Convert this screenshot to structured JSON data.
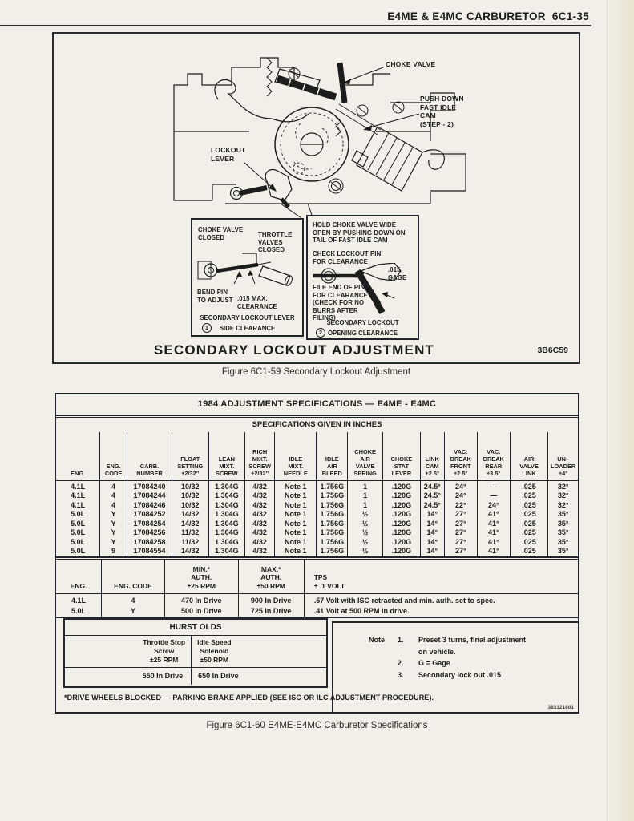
{
  "page": {
    "header_title": "E4ME & E4MC CARBURETOR  6C1-35",
    "figure1_caption": "Figure 6C1-59 Secondary Lockout Adjustment",
    "figure2_caption": "Figure 6C1-60 E4ME-E4MC Carburetor Specifications"
  },
  "figure1": {
    "title": "SECONDARY LOCKOUT ADJUSTMENT",
    "code": "3B6C59",
    "labels": {
      "choke_valve": "CHOKE VALVE",
      "push_down_fast_idle_cam": "PUSH DOWN\nFAST IDLE\nCAM\n(STEP - 2)",
      "lockout_lever": "LOCKOUT\nLEVER"
    },
    "callout_left": {
      "choke_valve_closed": "CHOKE VALVE\nCLOSED",
      "throttle_valves_closed": "THROTTLE\nVALVES\nCLOSED",
      "bend_pin": "BEND PIN\nTO ADJUST",
      "clearance": ".015 MAX.\nCLEARANCE",
      "caption_line1": "SECONDARY LOCKOUT LEVER",
      "number": "1",
      "caption_line2": "SIDE CLEARANCE"
    },
    "callout_right": {
      "instruction1": "HOLD CHOKE VALVE WIDE\nOPEN BY PUSHING DOWN ON\nTAIL OF FAST IDLE CAM",
      "instruction2": "CHECK LOCKOUT PIN\nFOR CLEARANCE",
      "gage": ".015\nGAGE",
      "file_instruction": "FILE END OF PIN\nFOR CLEARANCE\n(CHECK FOR NO\nBURRS AFTER\nFILING)",
      "caption_line1": "SECONDARY LOCKOUT",
      "number": "2",
      "caption_line2": "OPENING CLEARANCE"
    }
  },
  "spec_table": {
    "title": "1984 ADJUSTMENT SPECIFICATIONS — E4ME - E4MC",
    "subtitle": "SPECIFICATIONS GIVEN IN INCHES",
    "columns": [
      "ENG.",
      "ENG.\nCODE",
      "CARB.\nNUMBER",
      "FLOAT\nSETTING\n±2/32''",
      "LEAN\nMIXT.\nSCREW",
      "RICH\nMIXT.\nSCREW\n±2/32''",
      "IDLE\nMIXT.\nNEEDLE",
      "IDLE\nAIR\nBLEED",
      "CHOKE\nAIR\nVALVE\nSPRING",
      "CHOKE\nSTAT\nLEVER",
      "LINK\nCAM\n±2.5°",
      "VAC.\nBREAK\nFRONT\n±2.5°",
      "VAC.\nBREAK\nREAR\n±3.5°",
      "AIR\nVALVE\nLINK",
      "UN–\nLOADER\n±4°"
    ],
    "rows": [
      [
        "4.1L",
        "4",
        "17084240",
        "10/32",
        "1.304G",
        "4/32",
        "Note 1",
        "1.756G",
        "1",
        ".120G",
        "24.5°",
        "24°",
        "—",
        ".025",
        "32°"
      ],
      [
        "4.1L",
        "4",
        "17084244",
        "10/32",
        "1.304G",
        "4/32",
        "Note 1",
        "1.756G",
        "1",
        ".120G",
        "24.5°",
        "24°",
        "—",
        ".025",
        "32°"
      ],
      [
        "4.1L",
        "4",
        "17084246",
        "10/32",
        "1.304G",
        "4/32",
        "Note 1",
        "1.756G",
        "1",
        ".120G",
        "24.5°",
        "22°",
        "24°",
        ".025",
        "32°"
      ],
      [
        "5.0L",
        "Y",
        "17084252",
        "14/32",
        "1.304G",
        "4/32",
        "Note 1",
        "1.756G",
        "½",
        ".120G",
        "14°",
        "27°",
        "41°",
        ".025",
        "35°"
      ],
      [
        "5.0L",
        "Y",
        "17084254",
        "14/32",
        "1.304G",
        "4/32",
        "Note 1",
        "1.756G",
        "½",
        ".120G",
        "14°",
        "27°",
        "41°",
        ".025",
        "35°"
      ],
      [
        "5.0L",
        "Y",
        "17084256",
        "11/32",
        "1.304G",
        "4/32",
        "Note 1",
        "1.756G",
        "½",
        ".120G",
        "14°",
        "27°",
        "41°",
        ".025",
        "35°"
      ],
      [
        "5.0L",
        "Y",
        "17084258",
        "11/32",
        "1.304G",
        "4/32",
        "Note 1",
        "1.756G",
        "½",
        ".120G",
        "14°",
        "27°",
        "41°",
        ".025",
        "35°"
      ],
      [
        "5.0L",
        "9",
        "17084554",
        "14/32",
        "1.304G",
        "4/32",
        "Note 1",
        "1.756G",
        "½",
        ".120G",
        "14°",
        "27°",
        "41°",
        ".025",
        "35°"
      ]
    ],
    "underline_cells": [
      {
        "row": 5,
        "col": 3
      }
    ]
  },
  "auth_table": {
    "columns": [
      "ENG.",
      "ENG. CODE",
      "MIN.*\nAUTH.\n±25 RPM",
      "MAX.*\nAUTH.\n±50 RPM",
      "TPS\n± .1 VOLT"
    ],
    "row": [
      "4.1L\n5.0L",
      "4\nY",
      "470 In Drive\n500 In Drive",
      "900 In Drive\n725 In Drive",
      ".57 Volt with ISC retracted and min. auth. set to spec.\n.41 Volt at 500 RPM in drive."
    ]
  },
  "hurst": {
    "title": "HURST OLDS",
    "col1_header": "Throttle Stop\nScrew\n±25 RPM",
    "col2_header": "Idle Speed\nSolenoid\n±50 RPM",
    "col1_value": "550 In Drive",
    "col2_value": "650 In Drive"
  },
  "notes": {
    "prefix": "Note",
    "items": [
      {
        "num": "1.",
        "text": "Preset 3 turns, final adjustment\non vehicle."
      },
      {
        "num": "2.",
        "text": "G = Gage"
      },
      {
        "num": "3.",
        "text": "Secondary lock out .015"
      }
    ]
  },
  "footnote": "*DRIVE WHEELS BLOCKED — PARKING BRAKE APPLIED (SEE ISC OR ILC ADJUSTMENT PROCEDURE).",
  "doc_code": "383121801",
  "colors": {
    "paper": "#f1efe7",
    "ink": "#1c1c1c"
  }
}
